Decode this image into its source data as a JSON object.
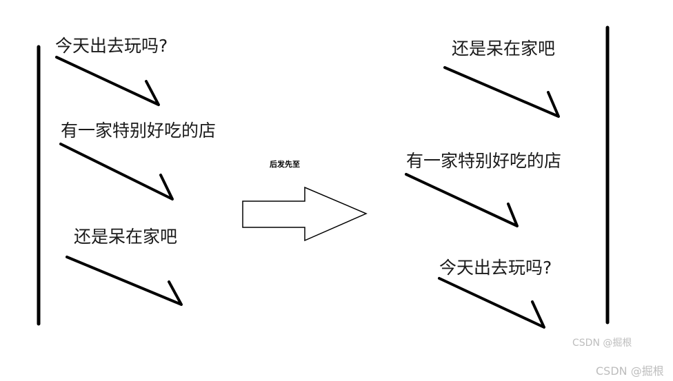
{
  "left": {
    "messages": [
      "今天出去玩吗?",
      "有一家特别好吃的店",
      "还是呆在家吧"
    ]
  },
  "center": {
    "label": "后发先至"
  },
  "right": {
    "messages": [
      "还是呆在家吧",
      "有一家特别好吃的店",
      "今天出去玩吗?"
    ]
  },
  "watermarks": {
    "inner": "CSDN @掘根",
    "outer": "CSDN @掘根"
  },
  "colors": {
    "stroke": "#000000",
    "text": "#1a1a1a",
    "watermark": "#bdbdbd"
  }
}
